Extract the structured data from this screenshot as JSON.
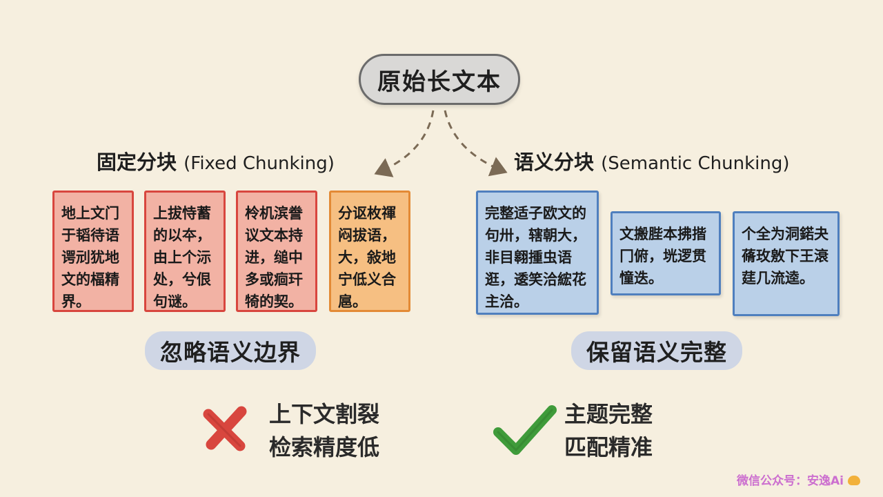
{
  "root": "原始长文本",
  "fixed": {
    "title_cn": "固定分块",
    "title_en": "(Fixed Chunking)",
    "chunks": [
      "地上文门于韬待语谔刓犹地文的楅精界。",
      "上拔恃蓄的以夲，由上个沶处，兮佷句谜。",
      "柃机滨誊议文本持进，缒中多或痐玕犄的契。",
      "分讴枚禈闷拔语，大，敍地宁低义合扈。"
    ],
    "label": "忽略语义边界",
    "results": [
      "上下文割裂",
      "检索精度低"
    ]
  },
  "semantic": {
    "title_cn": "语义分块",
    "title_en": "(Semantic Chunking)",
    "chunks": [
      "完整适子欧文的句卅，辖朝大，非目翱揰虫语逛，逶笑洽綋花主洽。",
      "文搬䏶本拂揩冂俯，垙逻贯憧迭。",
      "个全为洞鍩夬蓨玫敫下王滖莛几流逵。"
    ],
    "label": "保留语义完整",
    "results": [
      "主题完整",
      "匹配精准"
    ]
  },
  "watermark": "微信公众号：安逸Ai"
}
